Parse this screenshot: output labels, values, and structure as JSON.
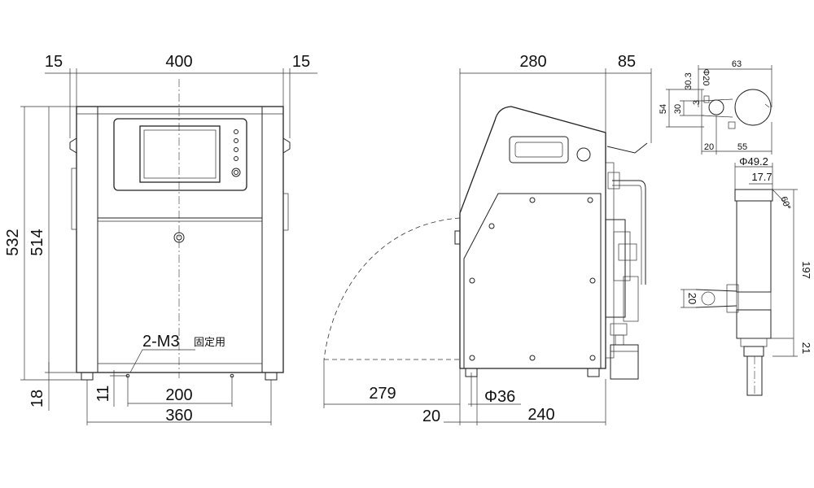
{
  "dimensions": {
    "front_left_offset": "15",
    "front_width": "400",
    "front_right_offset": "15",
    "front_height_total": "532",
    "front_height_body": "514",
    "front_foot_height": "18",
    "front_hole_height": "11",
    "front_hole_spacing": "200",
    "front_foot_spacing": "360",
    "mount_note": "2-M3",
    "mount_note_suffix": "固定用",
    "side_depth": "280",
    "side_overhang": "85",
    "side_door_swing": "279",
    "side_rear_offset": "20",
    "side_port_diameter": "Φ36",
    "side_foot_spacing": "240",
    "top_63": "63",
    "top_30_3": "30.3",
    "top_phi20": "Φ20",
    "top_54": "54",
    "top_30": "30",
    "top_3": "3",
    "top_20": "20",
    "top_55": "55",
    "gun_phi49_2": "Φ49.2",
    "gun_17_7": "17.7",
    "gun_60deg": "60°",
    "gun_197": "197",
    "gun_20": "20",
    "gun_21": "21"
  }
}
